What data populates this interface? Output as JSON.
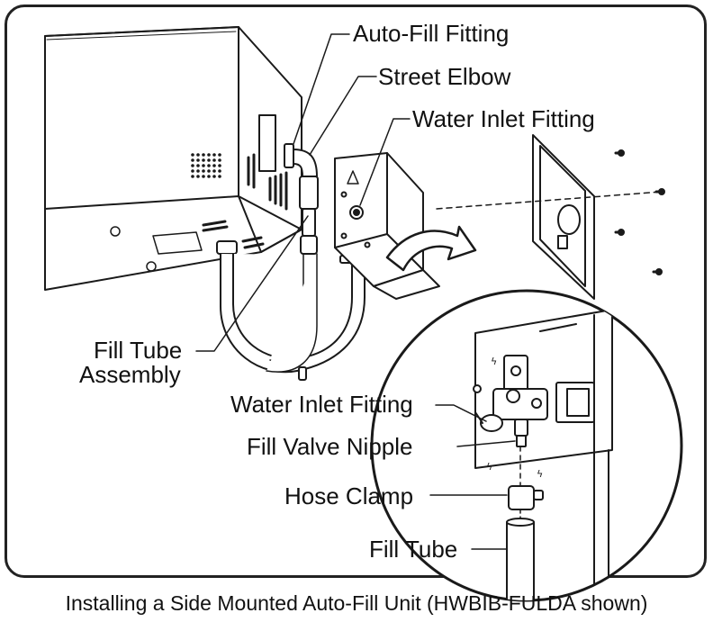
{
  "labels": {
    "auto_fill_fitting": "Auto-Fill Fitting",
    "street_elbow": "Street Elbow",
    "water_inlet_fitting_top": "Water Inlet Fitting",
    "fill_tube_assembly_line1": "Fill Tube",
    "fill_tube_assembly_line2": "Assembly",
    "water_inlet_fitting_detail": "Water Inlet Fitting",
    "fill_valve_nipple": "Fill Valve Nipple",
    "hose_clamp": "Hose Clamp",
    "fill_tube": "Fill Tube"
  },
  "caption": "Installing a Side Mounted Auto-Fill Unit (HWBIB-FULDA shown)",
  "colors": {
    "line": "#1a1a1a",
    "background": "#ffffff",
    "frame": "#222222"
  }
}
